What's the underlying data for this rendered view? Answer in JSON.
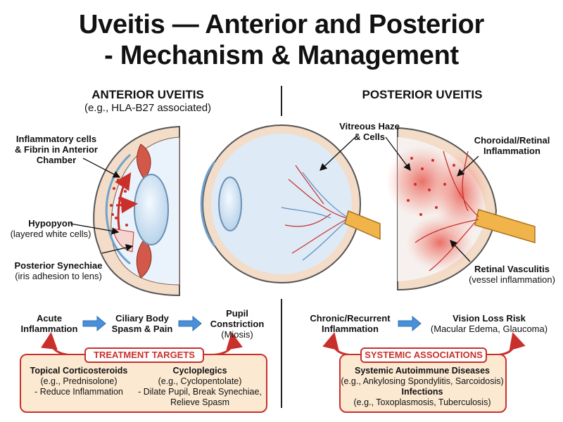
{
  "title": {
    "line1": "Uveitis — Anterior and Posterior",
    "line2": "- Mechanism & Management"
  },
  "anterior": {
    "heading": "ANTERIOR UVEITIS",
    "subheading": "(e.g., HLA-B27 associated)",
    "labels": {
      "cells_line1": "Inflammatory cells",
      "cells_line2": "& Fibrin in Anterior",
      "cells_line3": "Chamber",
      "hypopyon": "Hypopyon",
      "hypopyon_sub": "(layered white cells)",
      "synechiae": "Posterior Synechiae",
      "synechiae_sub": "(iris adhesion to lens)"
    },
    "flow": {
      "step1_line1": "Acute",
      "step1_line2": "Inflammation",
      "step2_line1": "Ciliary Body",
      "step2_line2": "Spasm & Pain",
      "step3_line1": "Pupil",
      "step3_line2": "Constriction",
      "step3_sub": "(Miosis)"
    },
    "box": {
      "tag": "TREATMENT TARGETS",
      "left_head": "Topical Corticosteroids",
      "left_l1": "(e.g., Prednisolone)",
      "left_l2": "- Reduce Inflammation",
      "right_head": "Cycloplegics",
      "right_l1": "(e.g., Cyclopentolate)",
      "right_l2": "- Dilate Pupil, Break Synechiae,",
      "right_l3": "Relieve Spasm"
    }
  },
  "posterior": {
    "heading": "POSTERIOR UVEITIS",
    "labels": {
      "haze_line1": "Vitreous Haze",
      "haze_line2": "& Cells",
      "choroid_line1": "Choroidal/Retinal",
      "choroid_line2": "Inflammation",
      "vasc": "Retinal Vasculitis",
      "vasc_sub": "(vessel inflammation)"
    },
    "flow": {
      "step1_line1": "Chronic/Recurrent",
      "step1_line2": "Inflammation",
      "step2_line1": "Vision Loss Risk",
      "step2_sub": "(Macular Edema, Glaucoma)"
    },
    "box": {
      "tag": "SYSTEMIC ASSOCIATIONS",
      "head1": "Systemic Autoimmune Diseases",
      "l1": "(e.g., Ankylosing Spondylitis, Sarcoidosis)",
      "head2": "Infections",
      "l2": "(e.g., Toxoplasmosis, Tuberculosis)"
    }
  },
  "colors": {
    "accent_red": "#c9302c",
    "flow_arrow_blue": "#4a90d9",
    "box_fill": "#fce9d2",
    "sclera": "#f3dcc8",
    "vitreous": "#deeaf5",
    "optic_nerve": "#f0b44a"
  }
}
